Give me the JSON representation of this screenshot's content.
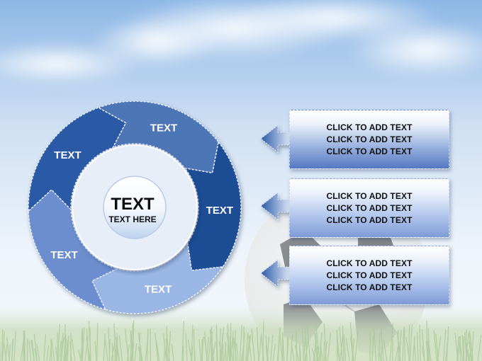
{
  "colors": {
    "sky_top": "#8db7e6",
    "sky_bottom": "#f1f6fc",
    "segment_dark": "#1f4e95",
    "segment_light": "#b9cdec"
  },
  "cycle": {
    "center": {
      "title": "TEXT",
      "subtitle": "TEXT HERE"
    },
    "segments": [
      {
        "label": "TEXT"
      },
      {
        "label": "TEXT"
      },
      {
        "label": "TEXT"
      },
      {
        "label": "TEXT"
      },
      {
        "label": "TEXT"
      }
    ]
  },
  "boxes": [
    {
      "lines": [
        "CLICK TO ADD TEXT",
        "CLICK TO ADD TEXT",
        "CLICK TO ADD TEXT"
      ]
    },
    {
      "lines": [
        "CLICK TO ADD TEXT",
        "CLICK TO ADD TEXT",
        "CLICK TO ADD TEXT"
      ]
    },
    {
      "lines": [
        "CLICK TO ADD TEXT",
        "CLICK TO ADD TEXT",
        "CLICK TO ADD TEXT"
      ]
    }
  ]
}
